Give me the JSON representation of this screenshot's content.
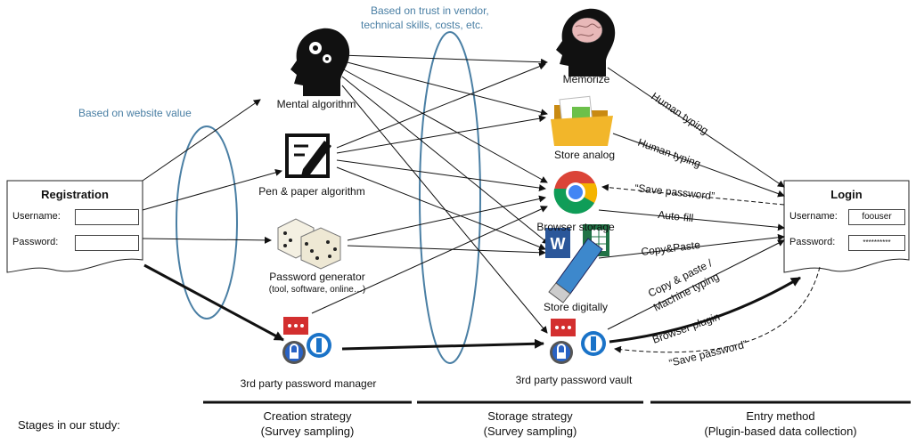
{
  "notes": {
    "website_value": "Based on website value",
    "trust_line1": "Based on trust in vendor,",
    "trust_line2": "technical skills, costs, etc."
  },
  "creation": {
    "mental": "Mental algorithm",
    "pen": "Pen & paper algorithm",
    "generator": "Password generator",
    "generator_sub": "(tool, software, online…)",
    "manager": "3rd party password manager"
  },
  "storage": {
    "memorize": "Memorize",
    "analog": "Store analog",
    "browser": "Browser storage",
    "digital": "Store digitally",
    "vault": "3rd party password vault"
  },
  "edges": {
    "human_typing_1": "Human typing",
    "human_typing_2": "Human typing",
    "save_password_1": "“Save password”",
    "autofill": "Auto-fill",
    "copy_paste": "Copy&Paste",
    "copy_machine_1": "Copy & paste /",
    "copy_machine_2": "Machine typing",
    "browser_plugin": "Browser plugin",
    "save_password_2": "“Save password”"
  },
  "registration": {
    "title": "Registration",
    "username_label": "Username:",
    "password_label": "Password:",
    "username_value": "",
    "password_value": ""
  },
  "login": {
    "title": "Login",
    "username_label": "Username:",
    "password_label": "Password:",
    "username_value": "foouser",
    "password_value": "**********"
  },
  "stages": {
    "intro": "Stages in our study:",
    "creation_1": "Creation strategy",
    "creation_2": "(Survey sampling)",
    "storage_1": "Storage strategy",
    "storage_2": "(Survey sampling)",
    "entry_1": "Entry method",
    "entry_2": "(Plugin-based data collection)"
  }
}
